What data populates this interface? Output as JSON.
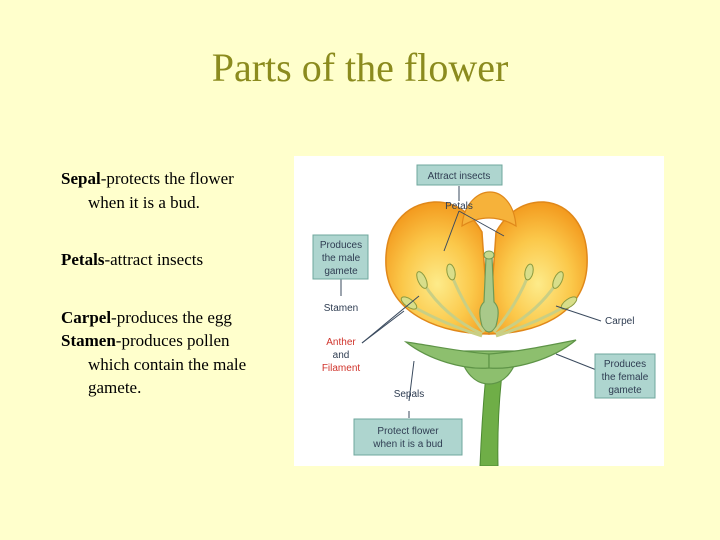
{
  "title": "Parts of the flower",
  "bullets": [
    {
      "term": "Sepal",
      "text": "-protects the flower when it is a bud."
    },
    {
      "term": "Petals",
      "text": "-attract insects"
    },
    {
      "term": "Carpel",
      "text": "-produces the egg"
    },
    {
      "term": "Stamen",
      "text": "-produces pollen which contain the male gamete."
    }
  ],
  "diagram": {
    "labels": {
      "attract_insects": "Attract insects",
      "petals": "Petals",
      "produces_male_1": "Produces",
      "produces_male_2": "the male",
      "produces_male_3": "gamete",
      "stamen": "Stamen",
      "anther_1": "Anther",
      "anther_2": "and",
      "anther_3": "Filament",
      "carpel": "Carpel",
      "produces_female_1": "Produces",
      "produces_female_2": "the female",
      "produces_female_3": "gamete",
      "sepals": "Sepals",
      "protect_1": "Protect flower",
      "protect_2": "when it is a bud"
    },
    "colors": {
      "box_fill": "#AED5CF",
      "box_stroke": "#6FA79C",
      "petal_outer": "#F6A623",
      "petal_inner": "#FDEB8A",
      "sepal": "#8DBF6E",
      "stem": "#6FAE47",
      "anther_text": "#D0342C",
      "label_text": "#2F3D52",
      "stamen": "#B8C264"
    }
  }
}
